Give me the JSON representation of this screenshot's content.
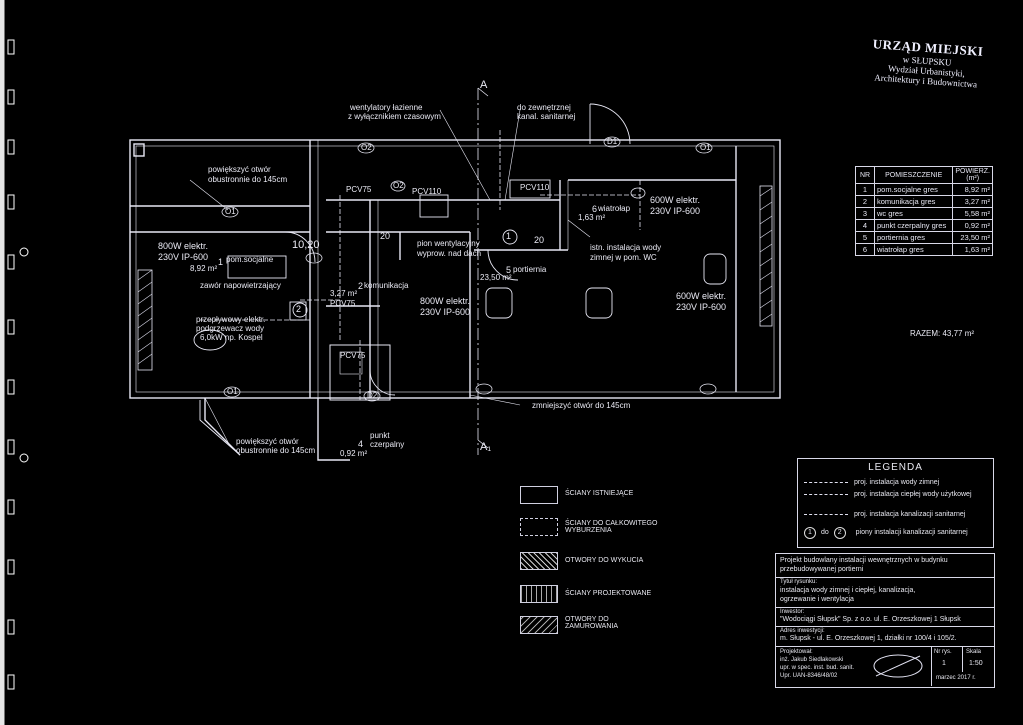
{
  "stamp": {
    "line1": "URZĄD MIEJSKI",
    "line2": "w SŁUPSKU",
    "line3": "Wydział Urbanistyki,",
    "line4": "Architektury i Budownictwa"
  },
  "plan": {
    "labels": {
      "vent": "wentylatory łazienne",
      "vent2": "z wyłącznikiem czasowym",
      "to_sewer": "do zewnętrznej",
      "to_sewer2": "kanal. sanitarnej",
      "enlarge_top": "powiększyć otwór",
      "enlarge_top2": "obustronnie do 145cm",
      "enlarge_bottom": "powiększyć otwór",
      "enlarge_bottom2": "obustronnie do 145cm",
      "reduce": "zmniejszyć otwór do 145cm",
      "heater1": "800W elektr.",
      "heater1b": "230V IP-600",
      "heater2": "600W elektr.",
      "heater2b": "230V IP-600",
      "heater3": "800W elektr.",
      "heater3b": "230V IP-600",
      "heater4": "600W elektr.",
      "heater4b": "230V IP-600",
      "valve": "zawór napowietrzający",
      "boiler": "przepływowy elektr.",
      "boiler2": "podgrzewacz wody",
      "boiler3": "6,0kW np. Kospel",
      "vent_pipe": "pion wentylacyjny",
      "vent_pipe2": "wyprow. nad dach",
      "existing": "istn. instalacja wody",
      "existing2": "zimnej w pom. WC",
      "pcv1": "PCV75",
      "pcv2": "PCV110",
      "pcv3": "PCV110",
      "pcv4": "PCV75",
      "pcv5": "PCV75",
      "r1_num": "1",
      "r1_name": "pom.socjalne",
      "r1_area": "8,92 m²",
      "r2_num": "2",
      "r2_name": "komunikacja",
      "r2_area": "3,27 m²",
      "r3_num": "5",
      "r3_name": "portiernia",
      "r3_area": "23,50 m²",
      "r4_num": "6",
      "r4_name": "wiatrołap",
      "r4_area": "1,63 m²",
      "r5_num": "4",
      "r5_name": "punkt",
      "r5_name2": "czerpalny",
      "r5_area": "0,92 m²",
      "h1": "10,20",
      "h2": "20",
      "h3": "20",
      "section_a": "A",
      "section_a1": "A₁",
      "c1": "1",
      "c2": "2",
      "w1": "O1",
      "w2": "O1",
      "w3": "O1",
      "w4": "O2",
      "w5": "O2",
      "d1": "D1",
      "d2": "D2"
    }
  },
  "room_table": {
    "headers": [
      "NR",
      "POMIESZCZENIE",
      "POWIERZ. (m²)"
    ],
    "rows": [
      {
        "nr": "1",
        "name": "pom.socjalne gres",
        "area": "8,92 m²"
      },
      {
        "nr": "2",
        "name": "komunikacja gres",
        "area": "3,27 m²"
      },
      {
        "nr": "3",
        "name": "wc gres",
        "area": "5,58 m²"
      },
      {
        "nr": "4",
        "name": "punkt czerpalny gres",
        "area": "0,92 m²"
      },
      {
        "nr": "5",
        "name": "portiernia gres",
        "area": "23,50 m²"
      },
      {
        "nr": "6",
        "name": "wiatrołap gres",
        "area": "1,63 m²"
      }
    ],
    "total": "RAZEM: 43,77 m²"
  },
  "legend": {
    "title": "LEGENDA",
    "items": [
      "proj. instalacja wody zimnej",
      "proj. instalacja ciepłej wody użytkowej",
      "proj. instalacja kanalizacji sanitarnej",
      "piony instalacji kanalizacji sanitarnej"
    ],
    "pion_text": "do"
  },
  "keys": [
    "ŚCIANY ISTNIEJĄCE",
    "ŚCIANY DO CAŁKOWITEGO WYBURZENIA",
    "OTWORY DO WYKUCIA",
    "ŚCIANY PROJEKTOWANE",
    "OTWORY DO ZAMUROWANIA"
  ],
  "title_block": {
    "project": "Projekt budowlany instalacji wewnętrznych w budynku",
    "project2": "przebudowywanej portierni",
    "scope_label": "Tytuł rysunku:",
    "scope": "instalacja wody zimnej i ciepłej, kanalizacja,",
    "scope2": "ogrzewanie i wentylacja",
    "investor_label": "Inwestor:",
    "investor": "\"Wodociągi Słupsk\" Sp. z o.o. ul. E. Orzeszkowej 1 Słupsk",
    "address_label": "Adres inwestycji:",
    "address": "m. Słupsk - ul. E. Orzeszkowej 1, działki nr 100/4 i 105/2.",
    "designer_label": "Projektował:",
    "designer": "inż. Jakub Siedlakowski",
    "designer2": "upr. w spec. inst. bud. sanit.",
    "designer3": "Upr. UAN-8346/48/02",
    "sheet_label": "Nr rys.",
    "scale_label": "Skala",
    "sheet": "1",
    "scale": "1:50",
    "date": "marzec 2017 r."
  }
}
